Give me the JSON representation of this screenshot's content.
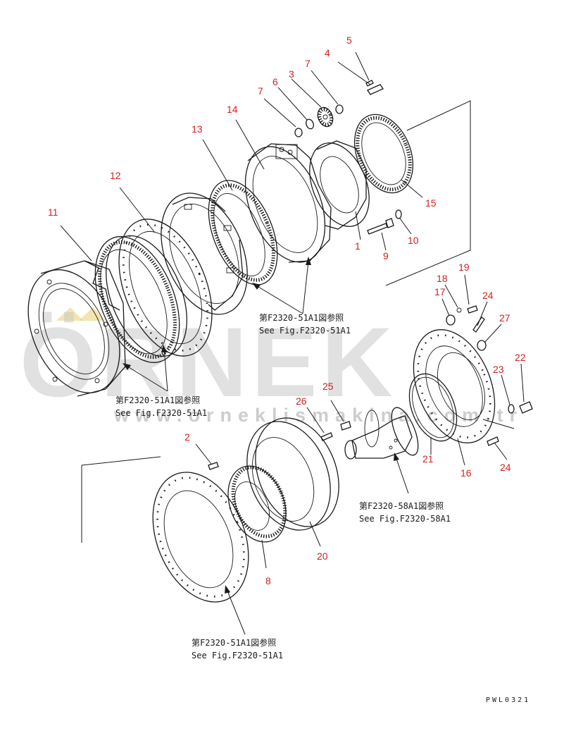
{
  "watermark": {
    "brand": "ÖRNEK",
    "url": "www.orneklismakina.com.tr"
  },
  "drawing_code": "PWL0321",
  "callouts": [
    {
      "id": "c1",
      "label": "1"
    },
    {
      "id": "c2",
      "label": "2"
    },
    {
      "id": "c3",
      "label": "3"
    },
    {
      "id": "c4",
      "label": "4"
    },
    {
      "id": "c5",
      "label": "5"
    },
    {
      "id": "c6",
      "label": "6"
    },
    {
      "id": "c7a",
      "label": "7"
    },
    {
      "id": "c7b",
      "label": "7"
    },
    {
      "id": "c8",
      "label": "8"
    },
    {
      "id": "c9",
      "label": "9"
    },
    {
      "id": "c10",
      "label": "10"
    },
    {
      "id": "c11",
      "label": "11"
    },
    {
      "id": "c12",
      "label": "12"
    },
    {
      "id": "c13",
      "label": "13"
    },
    {
      "id": "c14",
      "label": "14"
    },
    {
      "id": "c15",
      "label": "15"
    },
    {
      "id": "c16",
      "label": "16"
    },
    {
      "id": "c17",
      "label": "17"
    },
    {
      "id": "c18",
      "label": "18"
    },
    {
      "id": "c19",
      "label": "19"
    },
    {
      "id": "c20",
      "label": "20"
    },
    {
      "id": "c21",
      "label": "21"
    },
    {
      "id": "c22",
      "label": "22"
    },
    {
      "id": "c23",
      "label": "23"
    },
    {
      "id": "c24a",
      "label": "24"
    },
    {
      "id": "c24b",
      "label": "24"
    },
    {
      "id": "c25",
      "label": "25"
    },
    {
      "id": "c26",
      "label": "26"
    },
    {
      "id": "c27",
      "label": "27"
    }
  ],
  "references": [
    {
      "id": "ref-top",
      "jp": "第F2320-51A1図参照",
      "en": "See Fig.F2320-51A1"
    },
    {
      "id": "ref-mid",
      "jp": "第F2320-51A1図参照",
      "en": "See Fig.F2320-51A1"
    },
    {
      "id": "ref-shaft",
      "jp": "第F2320-58A1図参照",
      "en": "See Fig.F2320-58A1"
    },
    {
      "id": "ref-bottom",
      "jp": "第F2320-51A1図参照",
      "en": "See Fig.F2320-51A1"
    }
  ]
}
